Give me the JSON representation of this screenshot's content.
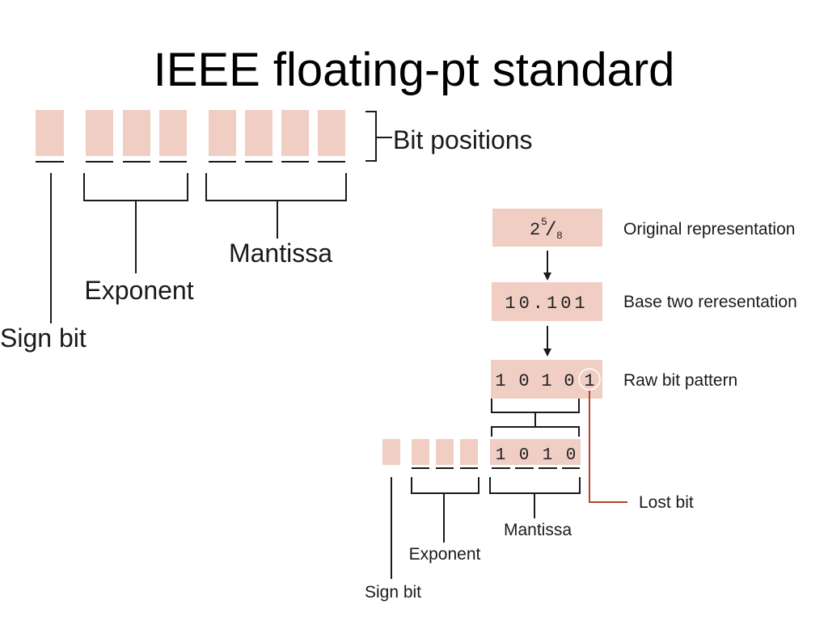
{
  "slide": {
    "title": "IEEE floating-pt standard"
  },
  "colors": {
    "cell_fill": "#f0cec4",
    "line": "#1a1a1a",
    "lost_bit_line": "#b5432e",
    "circle": "#ffffff"
  },
  "left_diagram": {
    "bit_positions_label": "Bit positions",
    "mantissa_label": "Mantissa",
    "exponent_label": "Exponent",
    "sign_label": "Sign bit"
  },
  "right_diagram": {
    "original": {
      "value_base": "2",
      "value_num": "5",
      "value_slash": "/",
      "value_den": "8",
      "label": "Original representation"
    },
    "base_two": {
      "value": "10.101",
      "label": "Base two reresentation"
    },
    "raw": {
      "bits": [
        "1",
        "0",
        "1",
        "0",
        "1"
      ],
      "label": "Raw bit pattern"
    },
    "mantissa_bits": [
      "1",
      "0",
      "1",
      "0"
    ],
    "lost_bit_label": "Lost bit",
    "mantissa_label": "Mantissa",
    "exponent_label": "Exponent",
    "sign_label": "Sign bit"
  }
}
